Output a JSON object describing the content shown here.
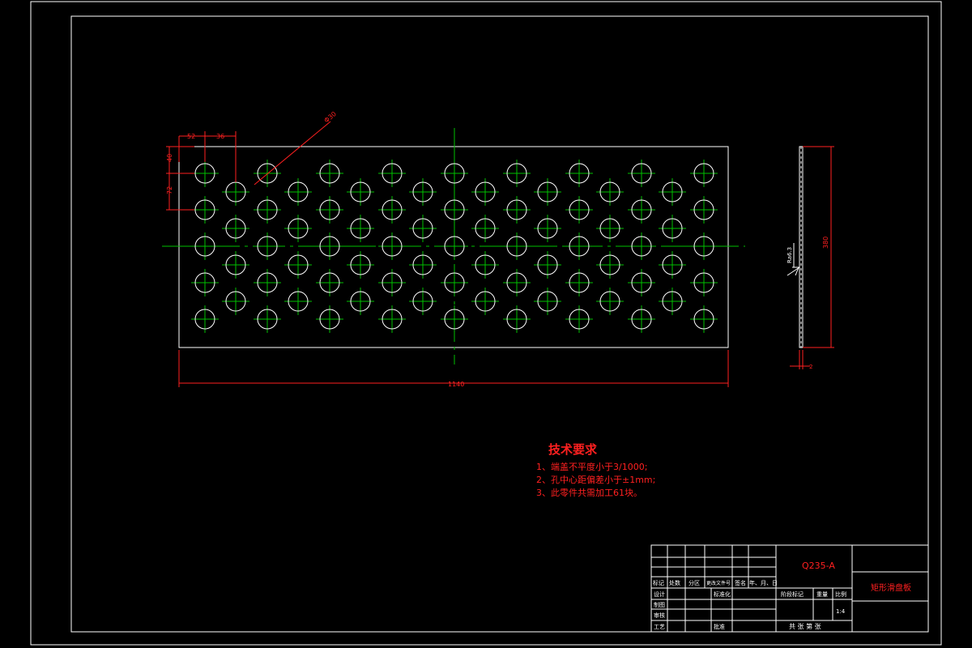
{
  "drawing": {
    "dimensions": {
      "pitch_x1": "52",
      "pitch_x2": "36",
      "pitch_y1": "40",
      "pitch_y2": "72",
      "hole_dia": "Φ30",
      "overall_length": "1140",
      "side_height": "380",
      "side_thickness": "2",
      "surface_finish": "Ra6.3"
    },
    "tech_requirements": {
      "title": "技术要求",
      "items": [
        "1、端盖不平度小于3/1000;",
        "2、孔中心距偏差小于±1mm;",
        "3、此零件共需加工61块。"
      ]
    },
    "title_block": {
      "material": "Q235-A",
      "part_name": "矩形滑盘板",
      "header_labels": [
        "标记",
        "处数",
        "分区",
        "更改文件号",
        "签名",
        "年、月、日"
      ],
      "row_labels": [
        "设计",
        "制图",
        "审核",
        "工艺"
      ],
      "std_label": "标准化",
      "approve_label": "批准",
      "stage_label": "阶段标记",
      "weight_label": "重量",
      "scale_label": "比例",
      "scale_value": "1:4",
      "sheet_label": "共  张  第  张"
    }
  }
}
